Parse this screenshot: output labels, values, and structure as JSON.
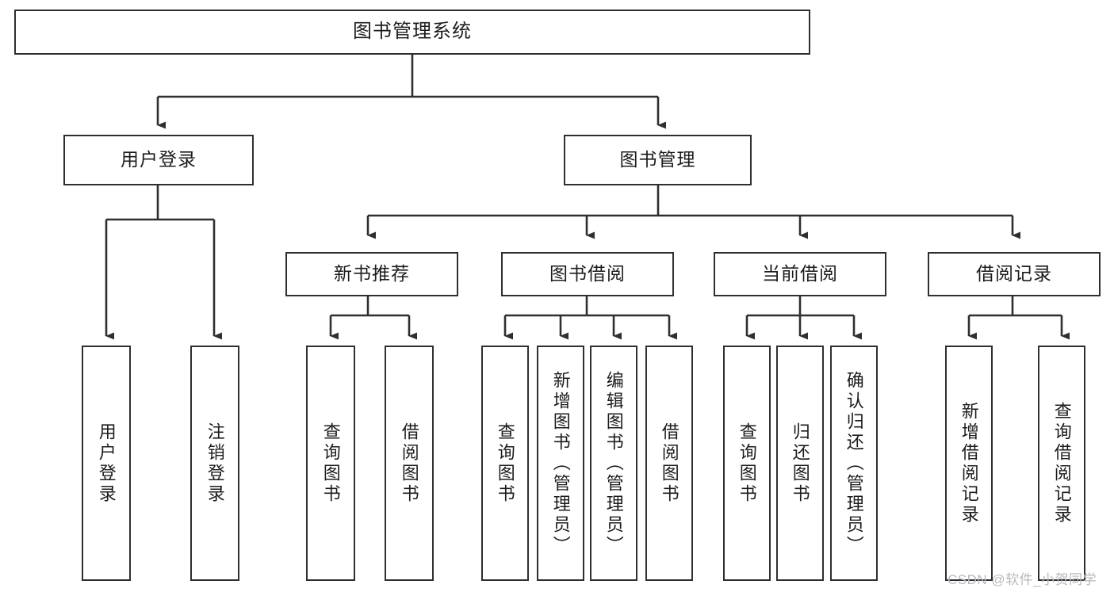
{
  "diagram": {
    "type": "tree-hierarchy",
    "title": "图书管理系统",
    "theme": {
      "stroke": "#2f2f33",
      "fill": "#ffffff",
      "text": "#1c1c1e",
      "watermark_color": "#b9b9bd"
    },
    "levels": {
      "root": {
        "label": "图书管理系统"
      },
      "level2": [
        {
          "label": "用户登录"
        },
        {
          "label": "图书管理"
        }
      ],
      "level3": [
        {
          "label": "新书推荐"
        },
        {
          "label": "图书借阅"
        },
        {
          "label": "当前借阅"
        },
        {
          "label": "借阅记录"
        }
      ],
      "leaves": {
        "user_login": [
          {
            "label": "用户登录"
          },
          {
            "label": "注销登录"
          }
        ],
        "new_book_recommend": [
          {
            "label": "查询图书"
          },
          {
            "label": "借阅图书"
          }
        ],
        "book_borrow": [
          {
            "label": "查询图书"
          },
          {
            "label": "新增图书（管理员）"
          },
          {
            "label": "编辑图书（管理员）"
          },
          {
            "label": "借阅图书"
          }
        ],
        "current_borrow": [
          {
            "label": "查询图书"
          },
          {
            "label": "归还图书"
          },
          {
            "label": "确认归还（管理员）"
          }
        ],
        "borrow_record": [
          {
            "label": "新增借阅记录"
          },
          {
            "label": "查询借阅记录"
          }
        ]
      }
    },
    "watermark": "CSDN @软件_小贺同学"
  }
}
